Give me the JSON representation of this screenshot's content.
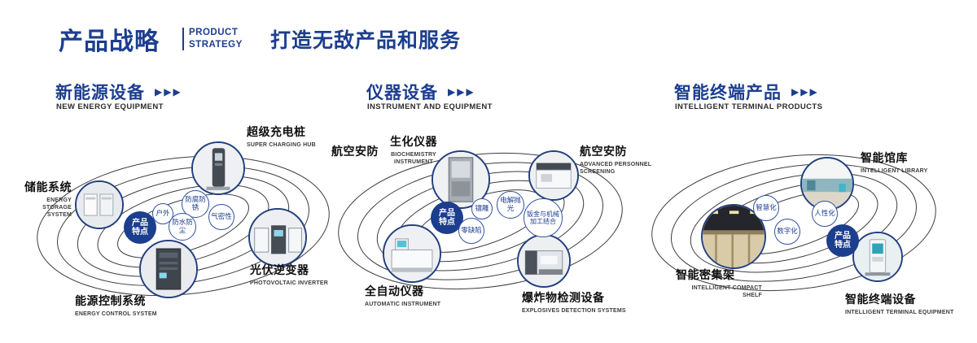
{
  "header": {
    "title_cn": "产品战略",
    "title_en_line1": "PRODUCT",
    "title_en_line2": "STRATEGY",
    "slogan": "打造无敌产品和服务"
  },
  "icons": {
    "triple_arrow": "▶▶▶"
  },
  "badge": {
    "line1": "产品",
    "line2": "特点"
  },
  "sections": [
    {
      "title_cn": "新能源设备",
      "title_en": "NEW ENERGY EQUIPMENT",
      "features": [
        "户外",
        "防腐防锈",
        "气密性",
        "防水防尘"
      ],
      "products": [
        {
          "cn": "储能系统",
          "en": "ENERGY STORAGE SYSTEM"
        },
        {
          "cn": "超级充电桩",
          "en": "SUPER CHARGING HUB"
        },
        {
          "cn": "光伏逆变器",
          "en": "PHOTOVOLTAIC INVERTER"
        },
        {
          "cn": "能源控制系统",
          "en": "ENERGY CONTROL SYSTEM"
        }
      ]
    },
    {
      "title_cn": "仪器设备",
      "title_en": "INSTRUMENT AND EQUIPMENT",
      "side_label": "航空安防",
      "features": [
        "镭雕",
        "电解抛光",
        "钣金与机械加工结合",
        "零缺陷"
      ],
      "products": [
        {
          "cn": "生化仪器",
          "en": "BIOCHEMISTRY INSTRUMENT"
        },
        {
          "cn": "航空安防",
          "en": "ADVANCED PERSONNEL SCREENING"
        },
        {
          "cn": "全自动仪器",
          "en": "AUTOMATIC INSTRUMENT"
        },
        {
          "cn": "爆炸物检测设备",
          "en": "EXPLOSIVES DETECTION SYSTEMS"
        }
      ]
    },
    {
      "title_cn": "智能终端产品",
      "title_en": "INTELLIGENT TERMINAL PRODUCTS",
      "features": [
        "智慧化",
        "人性化",
        "数字化"
      ],
      "products": [
        {
          "cn": "智能馆库",
          "en": "INTELLIGENT LIBRARY"
        },
        {
          "cn": "智能密集架",
          "en": "INTELLIGENT COMPACT SHELF"
        },
        {
          "cn": "智能终端设备",
          "en": "INTELLIGENT TERMINAL EQUIPMENT"
        }
      ]
    }
  ],
  "colors": {
    "navy": "#1c3e8e",
    "orbit": "#3d3d3d"
  }
}
